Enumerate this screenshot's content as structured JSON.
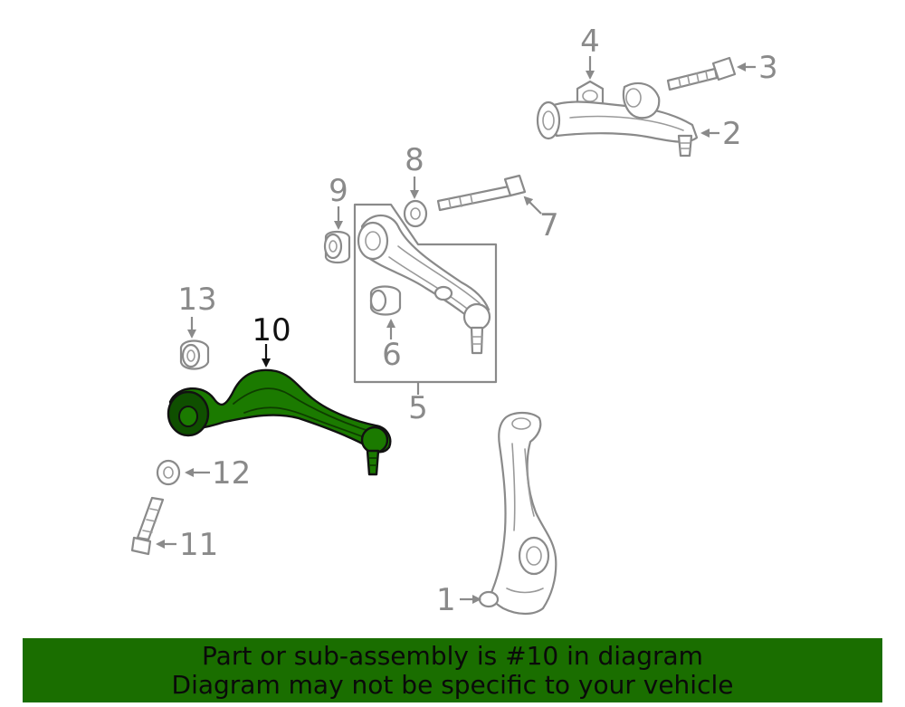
{
  "callouts": {
    "c1": "1",
    "c2": "2",
    "c3": "3",
    "c4": "4",
    "c5": "5",
    "c6": "6",
    "c7": "7",
    "c8": "8",
    "c9": "9",
    "c10": "10",
    "c11": "11",
    "c12": "12",
    "c13": "13"
  },
  "highlighted_part": "10",
  "colors": {
    "highlight": "#1b7a00",
    "banner_background": "#1a6e00",
    "line_art": "#8a8a8a"
  },
  "banner": {
    "line1": "Part or sub-assembly is #10 in diagram",
    "line2": "Diagram may not be specific to your vehicle"
  }
}
